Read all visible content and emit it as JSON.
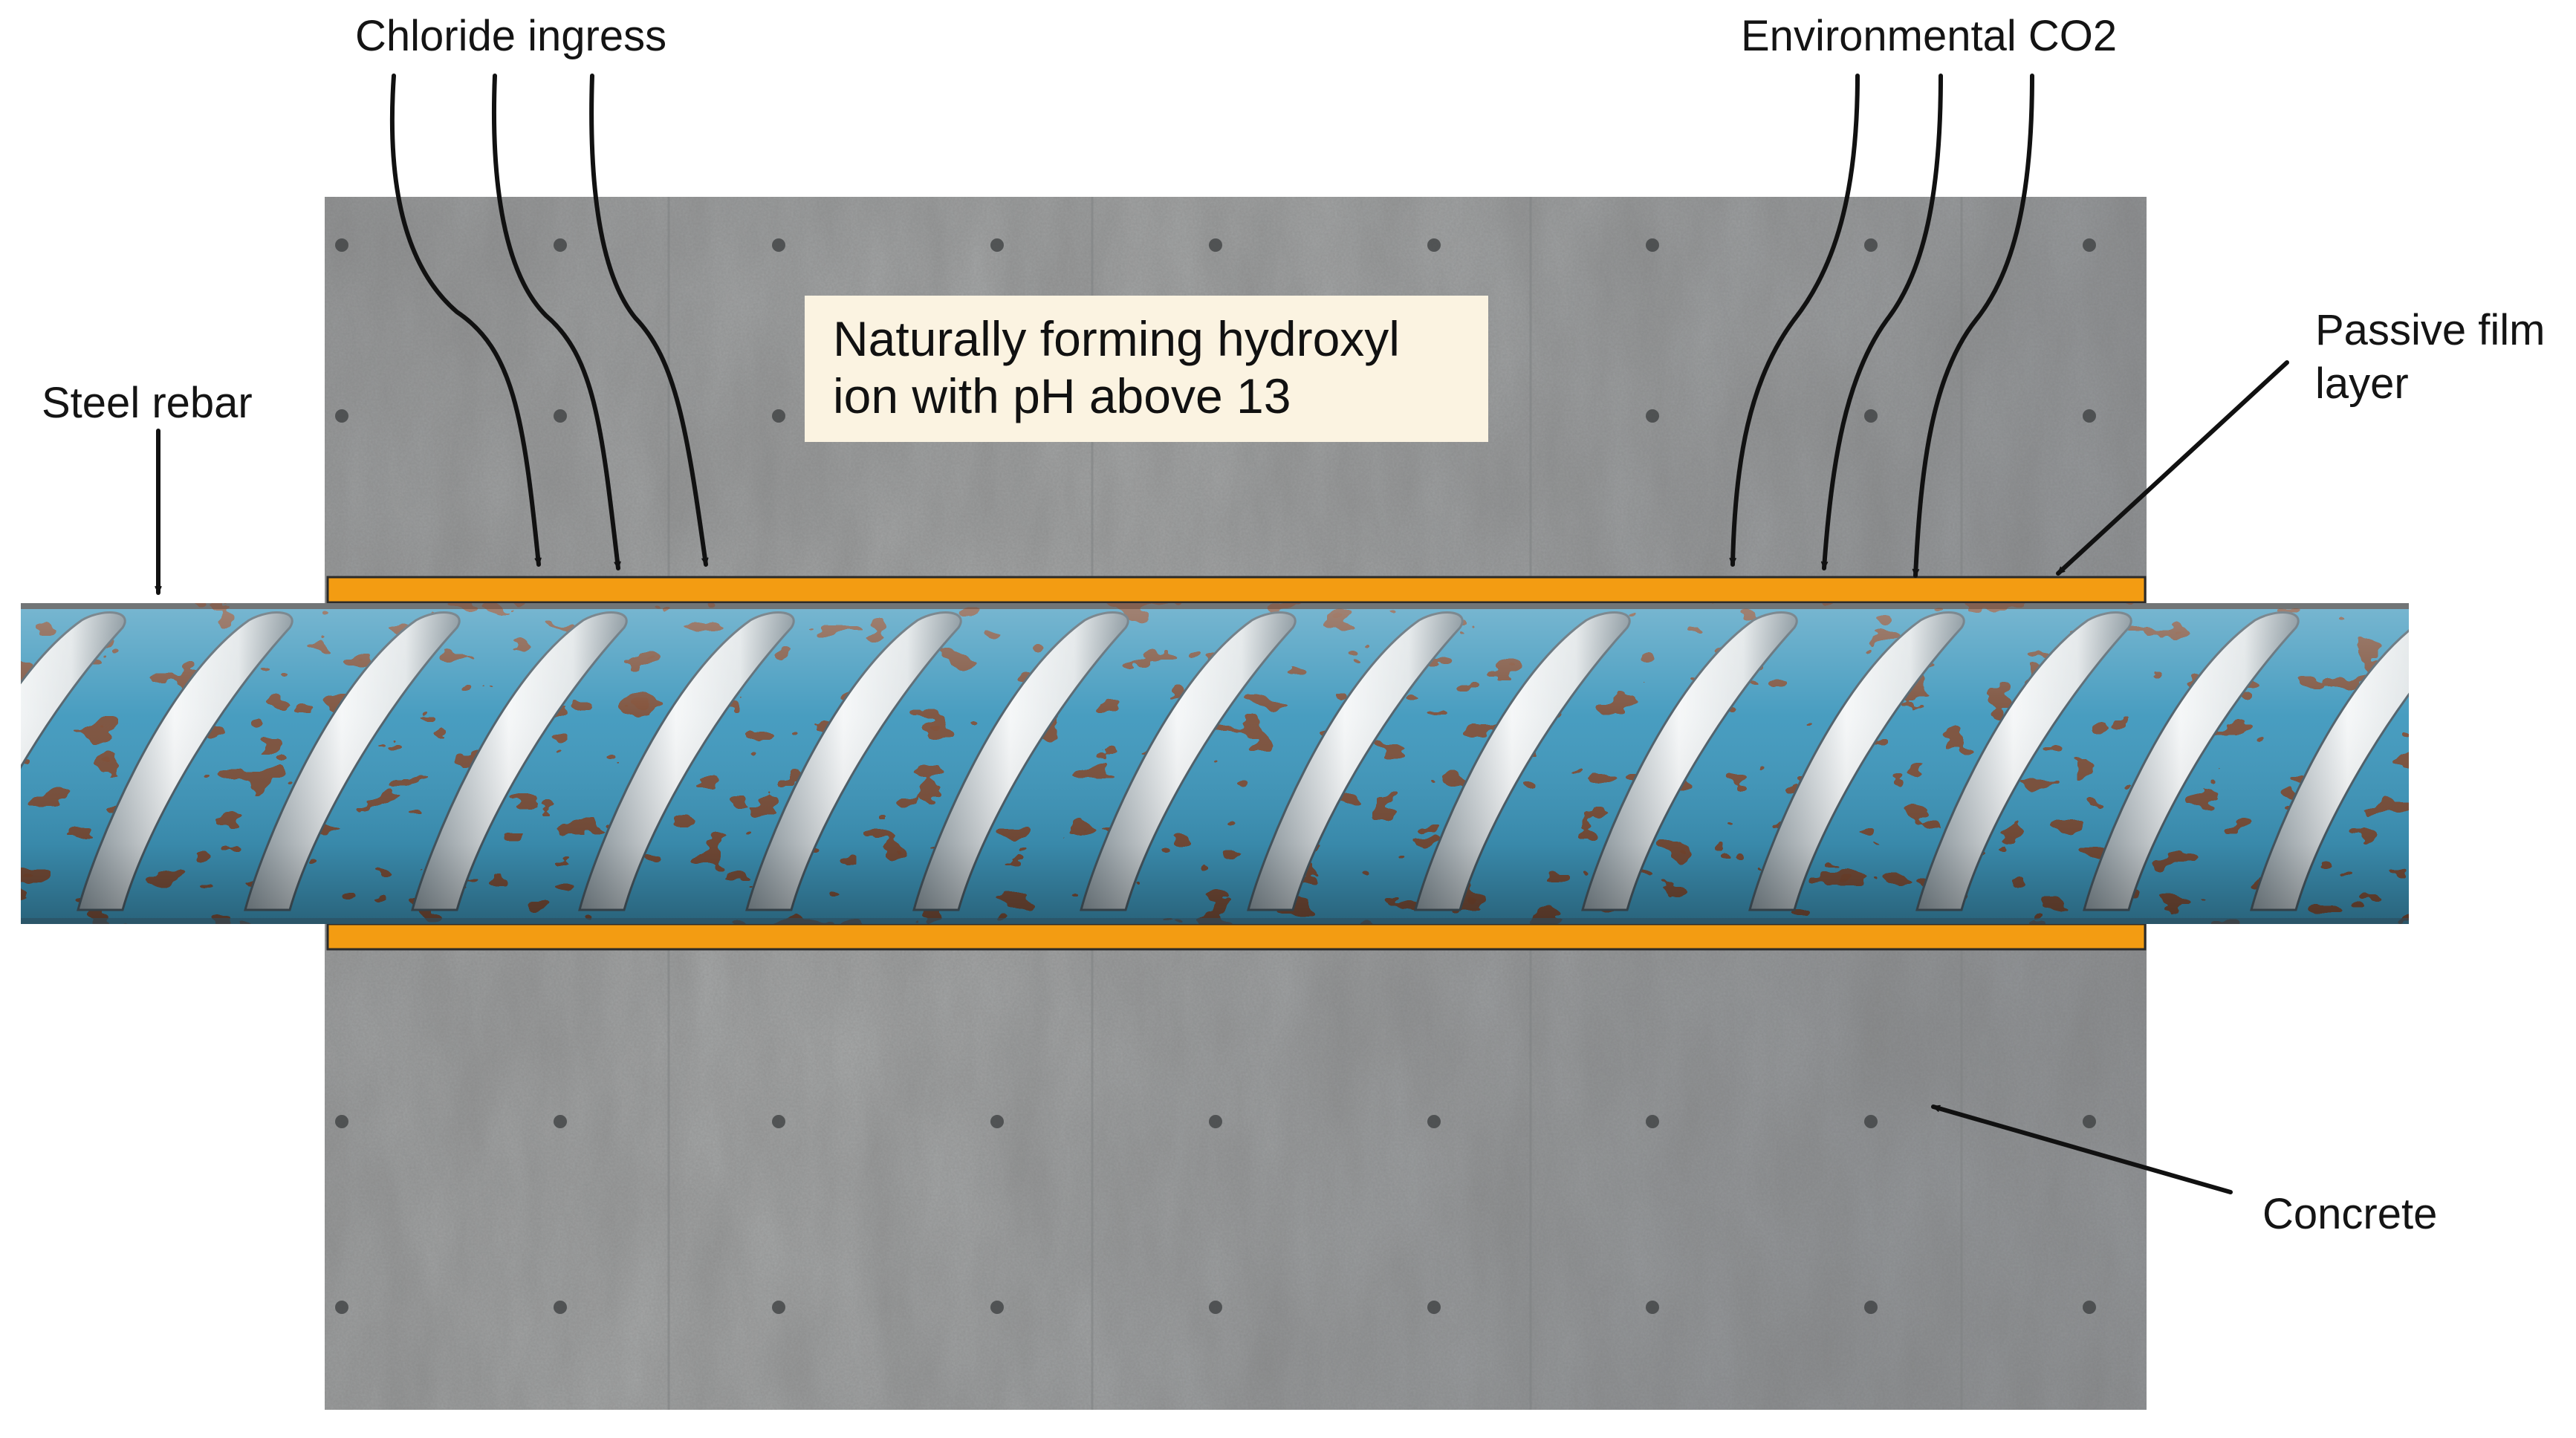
{
  "labels": {
    "chloride": "Chloride ingress",
    "co2": "Environmental CO2",
    "steel_rebar": "Steel rebar",
    "passive_film_line1": "Passive film",
    "passive_film_line2": "layer",
    "concrete": "Concrete"
  },
  "info_box": {
    "line1": "Naturally forming hydroxyl",
    "line2": "ion with pH above 13"
  },
  "colors": {
    "passive_film": "#f39c12",
    "concrete": "#a2a4a4",
    "rebar_blue": "#3f98bd",
    "rust": "#7e4b32",
    "info_box_bg": "#fbf3e1",
    "arrow": "#111111"
  }
}
